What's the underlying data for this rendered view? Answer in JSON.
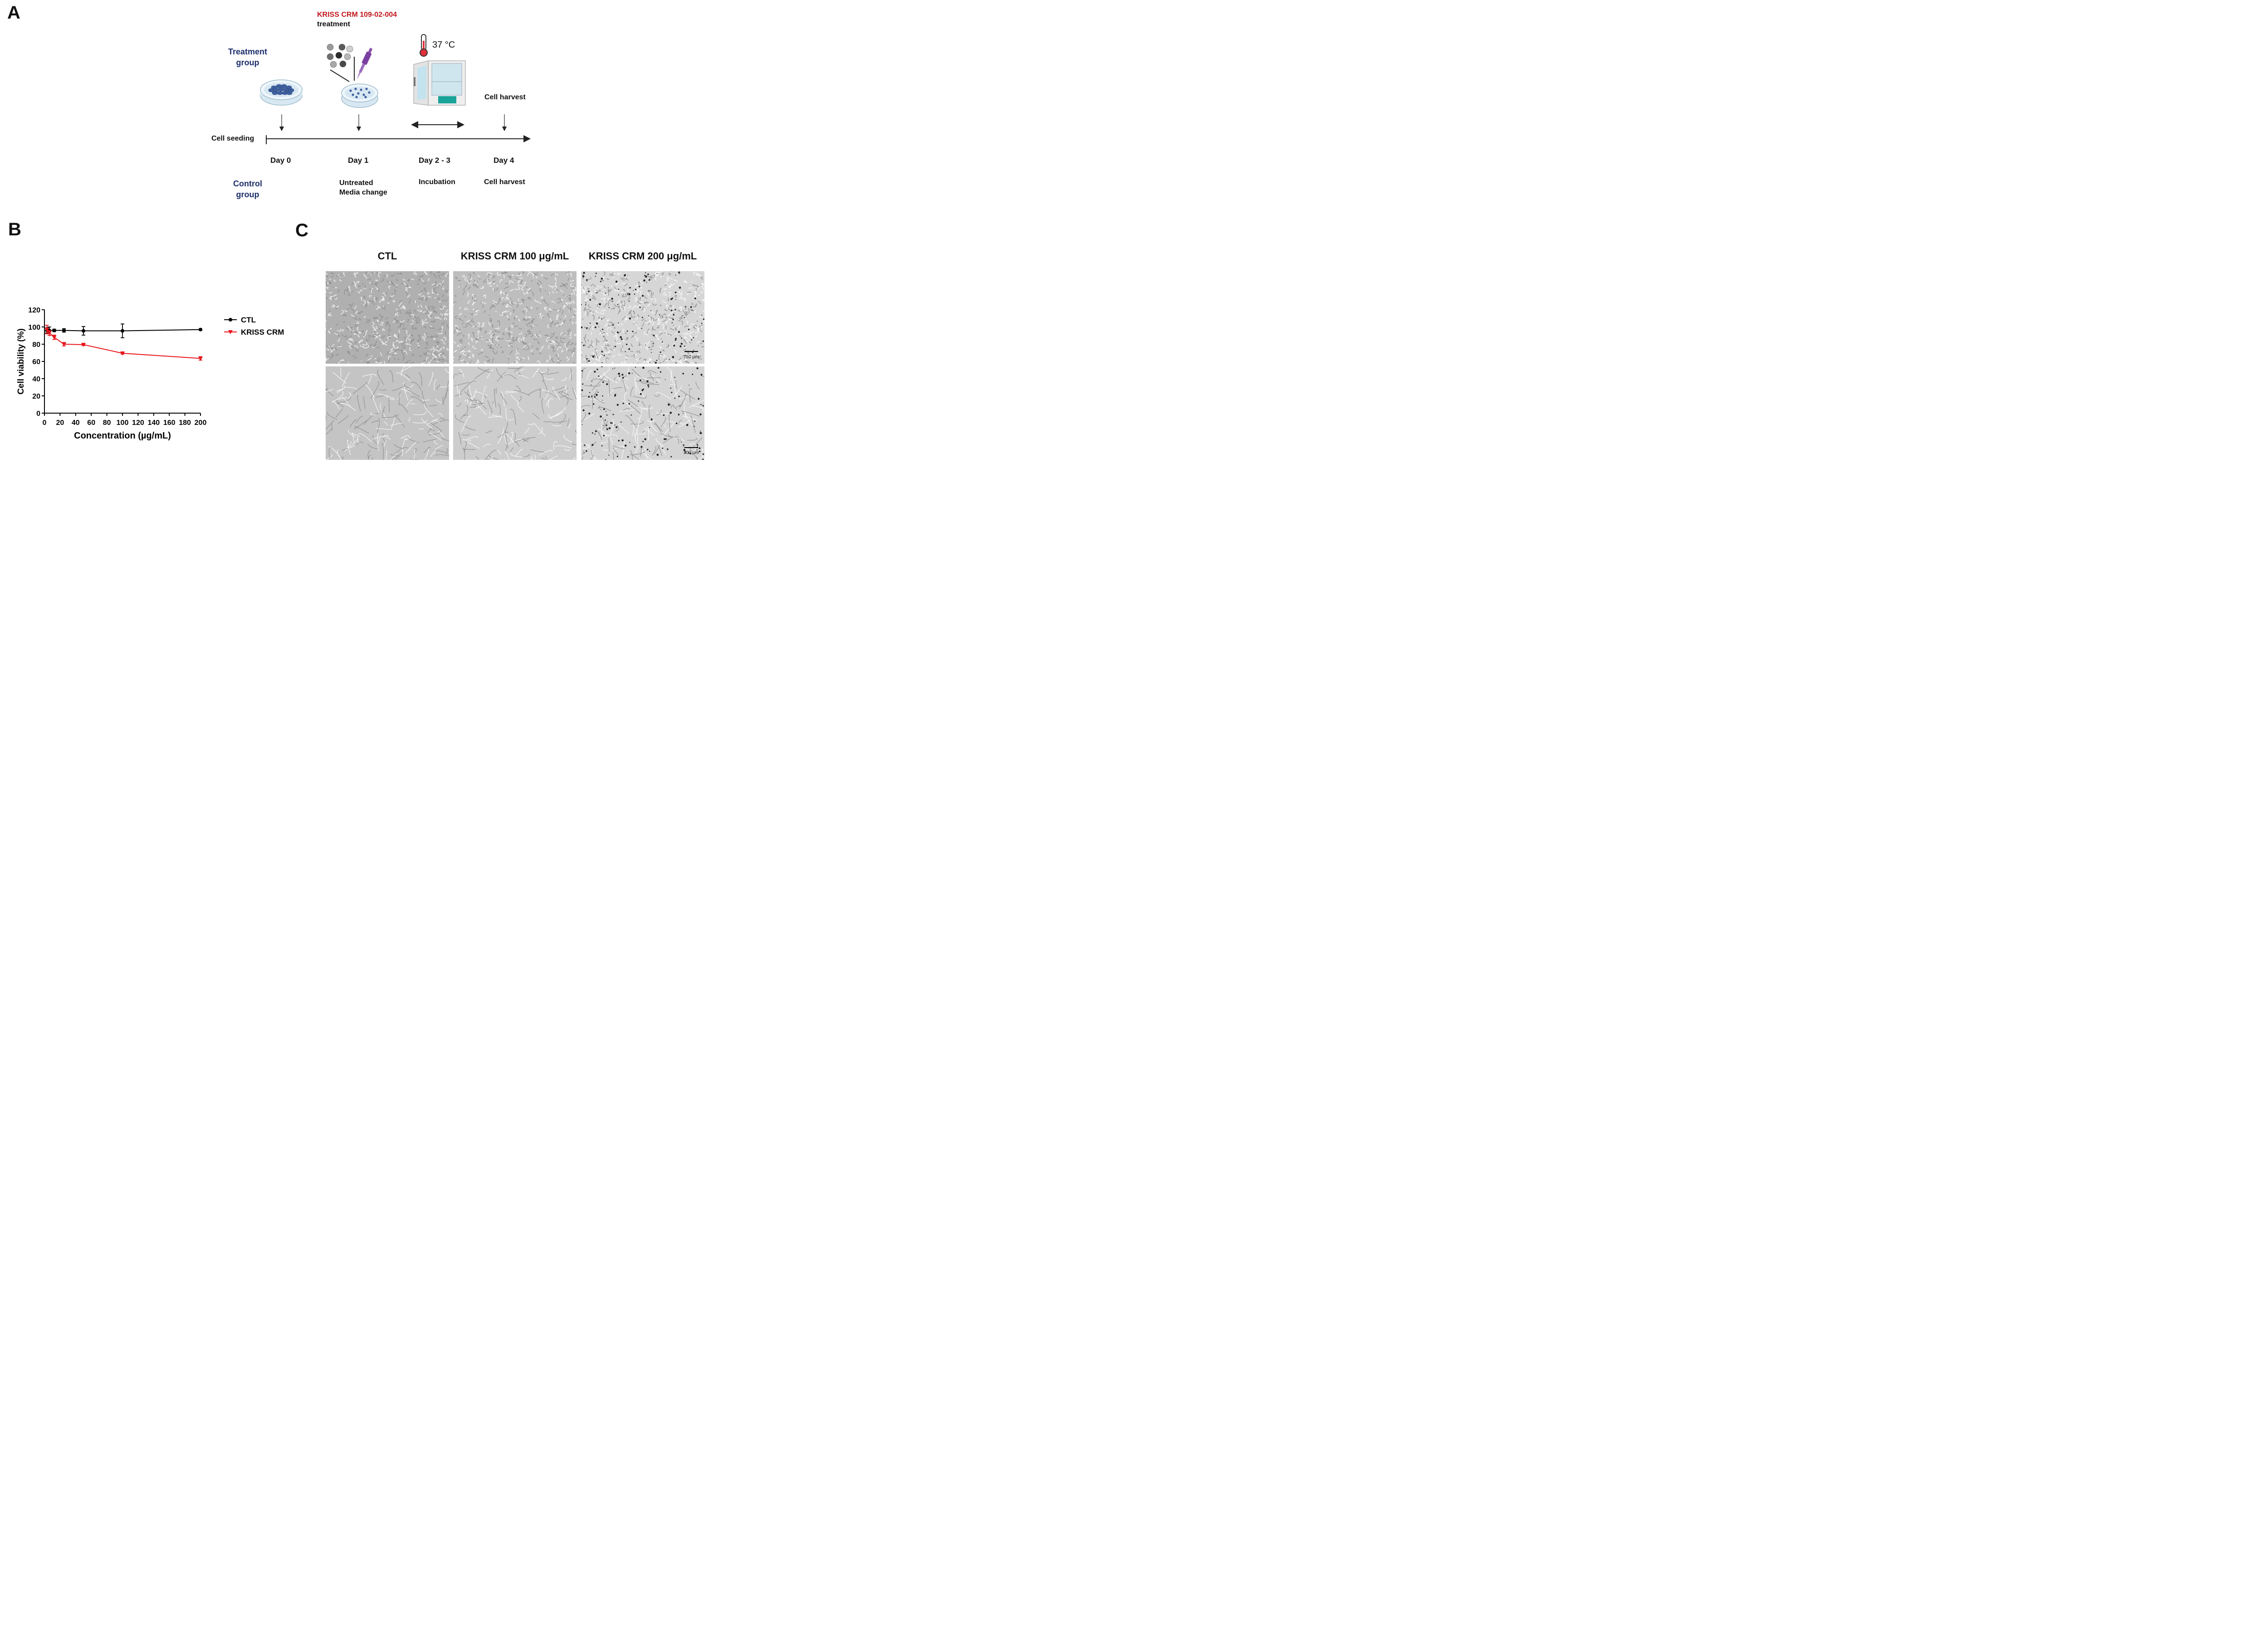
{
  "panels": {
    "a": "A",
    "b": "B",
    "c": "C"
  },
  "schematic": {
    "treatment_label": "KRISS CRM 109-02-004",
    "treatment_word": "treatment",
    "temperature": "37 °C",
    "treatment_group": [
      "Treatment",
      "group"
    ],
    "control_group": [
      "Control",
      "group"
    ],
    "cell_seeding": "Cell seeding",
    "cell_harvest_top": "Cell harvest",
    "days": [
      "Day 0",
      "Day 1",
      "Day 2 - 3",
      "Day 4"
    ],
    "control_steps": {
      "day1": [
        "Untreated",
        "Media change"
      ],
      "day23": "Incubation",
      "day4": "Cell harvest"
    }
  },
  "chart_data": {
    "type": "line",
    "xlabel": "Concentration (µg/mL)",
    "ylabel": "Cell viability (%)",
    "xlim": [
      0,
      200
    ],
    "ylim": [
      0,
      120
    ],
    "xticks": [
      0,
      20,
      40,
      60,
      80,
      100,
      120,
      140,
      160,
      180,
      200
    ],
    "yticks": [
      0,
      20,
      40,
      60,
      80,
      100,
      120
    ],
    "legend": "right",
    "series": [
      {
        "name": "CTL",
        "color": "#000000",
        "marker": "circle",
        "x": [
          3.125,
          6.25,
          12.5,
          25,
          50,
          100,
          200
        ],
        "y": [
          96,
          96,
          96,
          96,
          95.5,
          95.5,
          97
        ],
        "err": [
          3,
          4,
          1.5,
          2,
          5,
          8,
          0.8
        ]
      },
      {
        "name": "KRISS CRM",
        "color": "#e8151b",
        "marker": "triangle-down",
        "x": [
          3.125,
          6.25,
          12.5,
          25,
          50,
          100,
          200
        ],
        "y": [
          97,
          93,
          88,
          80,
          79.5,
          69.5,
          63.5
        ],
        "err": [
          5,
          3,
          2.5,
          2,
          1,
          1,
          2
        ]
      }
    ]
  },
  "micrographs": {
    "columns": [
      "CTL",
      "KRISS CRM 100 μg/mL",
      "KRISS CRM 200 μg/mL"
    ],
    "scale_bars": [
      "750 μm",
      "300 μm"
    ]
  }
}
